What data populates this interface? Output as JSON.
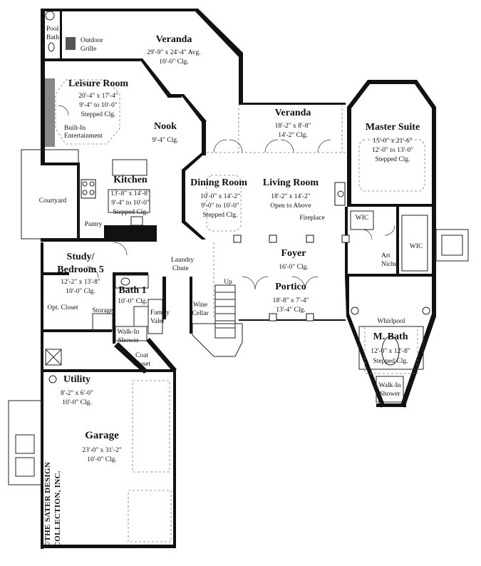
{
  "rooms": {
    "pool_bath": {
      "name_line1": "Pool",
      "name_line2": "Bath"
    },
    "outdoor_grille": {
      "name_line1": "Outdoor",
      "name_line2": "Grille"
    },
    "veranda_rear": {
      "name": "Veranda",
      "size": "29'-9\" x 24'-4\" Avg.",
      "ceiling": "10'-0\" Clg."
    },
    "leisure_room": {
      "name": "Leisure Room",
      "size": "20'-4\" x 17'-4\"",
      "ceiling": "9'-4\" to 10'-0\"",
      "ceiling_type": "Stepped Clg."
    },
    "built_in": {
      "line1": "Built-In",
      "line2": "Entertainment"
    },
    "nook": {
      "name": "Nook",
      "ceiling": "9'-4\" Clg."
    },
    "veranda_master": {
      "name": "Veranda",
      "size": "18'-2\" x 8'-8\"",
      "ceiling": "14'-2\" Clg."
    },
    "master_suite": {
      "name": "Master Suite",
      "size": "15'-0\" x 21'-6\"",
      "ceiling": "12'-0\" to 13'-0\"",
      "ceiling_type": "Stepped Clg."
    },
    "kitchen": {
      "name": "Kitchen",
      "size": "13'-8\" x 14'-8\"",
      "ceiling": "9'-4\" to 10'-0\"",
      "ceiling_type": "Stepped Clg."
    },
    "courtyard": {
      "name": "Courtyard"
    },
    "pantry": {
      "name": "Pantry"
    },
    "dining_room": {
      "name": "Dining Room",
      "size": "10'-0\" x 14'-2\"",
      "ceiling": "9'-0\" to 10'-0\"",
      "ceiling_type": "Stepped Clg."
    },
    "living_room": {
      "name": "Living Room",
      "size": "18'-2\" x 14'-2\"",
      "ceiling": "Open to Above"
    },
    "fireplace": {
      "name": "Fireplace"
    },
    "wic_left": {
      "name": "WIC"
    },
    "wic_right": {
      "name": "WIC"
    },
    "art_niche": {
      "line1": "Art",
      "line2": "Niche"
    },
    "study": {
      "name_line1": "Study/",
      "name_line2": "Bedroom 5",
      "size": "12'-2\" x 13'-8\"",
      "ceiling": "10'-0\" Clg."
    },
    "laundry_chute": {
      "line1": "Laundry",
      "line2": "Chute"
    },
    "foyer": {
      "name": "Foyer",
      "ceiling": "16'-0\" Clg."
    },
    "up": {
      "label": "Up"
    },
    "bath1": {
      "name": "Bath 1",
      "ceiling": "10'-0\" Clg."
    },
    "portico": {
      "name": "Portico",
      "size": "18'-8\" x 7'-4\"",
      "ceiling": "13'-4\" Clg."
    },
    "opt_closet": {
      "name": "Opt. Closet"
    },
    "storage": {
      "name": "Storage"
    },
    "family_valet": {
      "line1": "Family",
      "line2": "Valet"
    },
    "wine_cellar": {
      "line1": "Wine",
      "line2": "Cellar"
    },
    "whirlpool": {
      "name": "Whirlpool"
    },
    "walk_in_shower_left": {
      "line1": "Walk-In",
      "line2": "Shower"
    },
    "m_bath": {
      "name": "M. Bath",
      "size": "12'-0\" x 12'-8\"",
      "ceiling": "Stepped Clg."
    },
    "coat_closet": {
      "line1": "Coat",
      "line2": "Closet"
    },
    "utility": {
      "name": "Utility",
      "size": "8'-2\" x 6'-0\"",
      "ceiling": "10'-0\" Clg."
    },
    "walk_in_shower_right": {
      "line1": "Walk-In",
      "line2": "Shower"
    },
    "garage": {
      "name": "Garage",
      "size": "23'-0\" x 31'-2\"",
      "ceiling": "10'-0\" Clg."
    }
  },
  "copyright": {
    "line1": "©THE SATER DESIGN",
    "line2": "COLLECTION, INC."
  }
}
